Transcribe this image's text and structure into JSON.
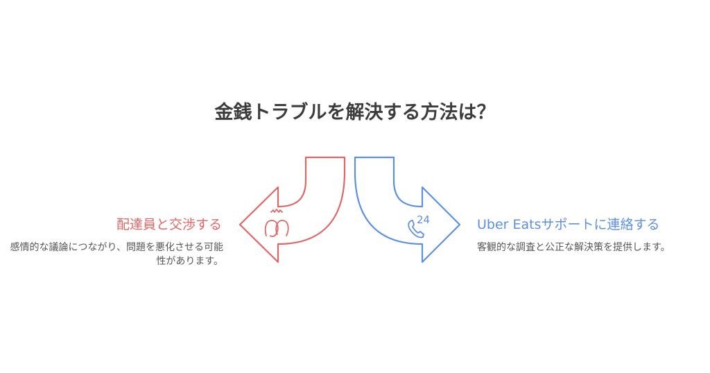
{
  "title": "金銭トラブルを解決する方法は？",
  "colors": {
    "left_accent": "#e06666",
    "right_accent": "#5b8fe0",
    "title_text": "#3c3c3c",
    "body_text": "#555555"
  },
  "options": [
    {
      "title": "配達員と交渉する",
      "description": "感情的な議論につながり、問題を悪化させる可能性があります。",
      "icon": "people-conflict-icon",
      "direction": "left",
      "color": "#e06666"
    },
    {
      "title": "Uber Eatsサポートに連絡する",
      "description": "客観的な調査と公正な解決策を提供します。",
      "icon": "phone-24-icon",
      "direction": "right",
      "color": "#5b8fe0"
    }
  ],
  "icon_labels": {
    "support_hours": "24"
  }
}
